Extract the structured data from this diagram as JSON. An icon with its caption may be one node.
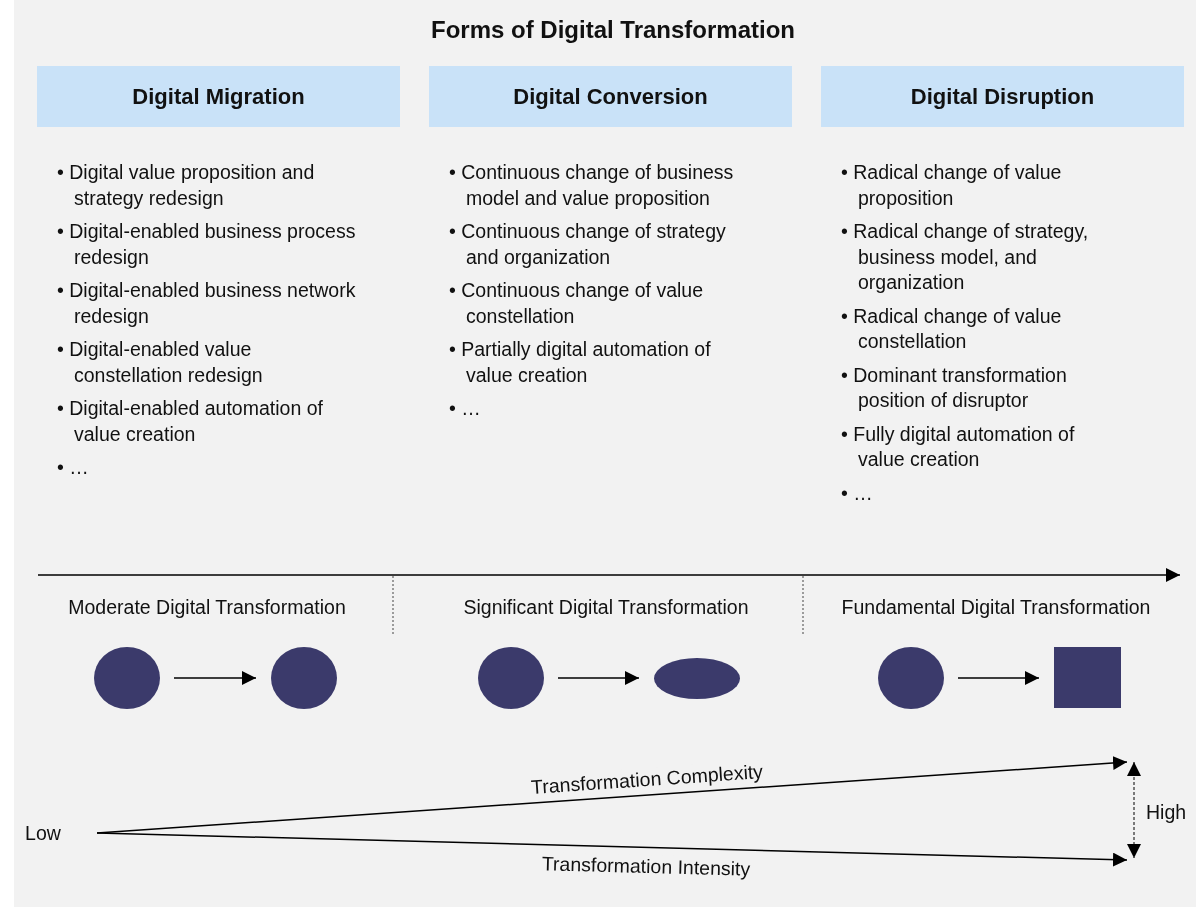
{
  "diagram": {
    "title": "Forms of Digital Transformation",
    "nodes": [
      {
        "text": [
          "Digital Migration"
        ],
        "beside": [
          "• Digital value proposition and strategy redesign",
          "• Digital-enabled business process redesign",
          "• Digital-enabled business network redesign",
          "• Digital-enabled value constellation redesign",
          "• Digital-enabled automation of value creation",
          "• …"
        ]
      },
      {
        "text": [
          "Digital Conversion"
        ],
        "beside": [
          "• Continuous change of business model and value proposition",
          "• Continuous change of strategy and organization",
          "• Continuous change of value constellation",
          "• Partially digital automation of value creation",
          "• …"
        ]
      },
      {
        "text": [
          "Digital Disruption"
        ],
        "beside": [
          "• Radical change of value proposition",
          "• Radical change of strategy, business model, and organization",
          "• Radical change of value constellation",
          "• Dominant transformation position of disruptor",
          "• Fully digital automation of value creation",
          "• …"
        ]
      },
      {
        "text": [],
        "shape": "circle"
      },
      {
        "text": [],
        "shape": "circle"
      },
      {
        "text": [],
        "shape": "circle"
      },
      {
        "text": [],
        "shape": "ellipse"
      },
      {
        "text": [],
        "shape": "circle"
      },
      {
        "text": [],
        "shape": "box"
      },
      {
        "text": [
          "Low"
        ]
      }
    ],
    "edges": [
      {
        "from": 3,
        "to": 4,
        "arrow": "to"
      },
      {
        "from": 5,
        "to": 6,
        "arrow": "to"
      },
      {
        "from": 7,
        "to": 8,
        "arrow": "to"
      },
      {
        "from": 9,
        "to": null,
        "arrow": "to",
        "label": "Transformation Complexity"
      },
      {
        "from": 9,
        "to": null,
        "arrow": "to",
        "label": "Transformation Intensity"
      }
    ],
    "labels": [
      "Moderate Digital Transformation",
      "Significant Digital Transformation",
      "Fundamental Digital Transformation",
      "High"
    ]
  }
}
